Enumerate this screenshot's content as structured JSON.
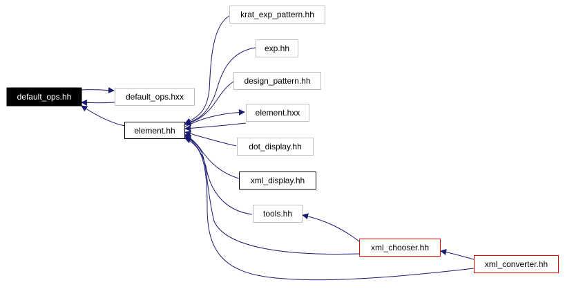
{
  "colors": {
    "edge": "#191970",
    "default_border": "#bfbfbf",
    "highlight_border": "#000000",
    "red_border": "#ff0000",
    "selected_fill": "#000000",
    "selected_text": "#ffffff",
    "text": "#000000",
    "fill": "#ffffff"
  },
  "nodes": {
    "default_ops_hh": "default_ops.hh",
    "default_ops_hxx": "default_ops.hxx",
    "element_hh": "element.hh",
    "krat_exp_pattern_hh": "krat_exp_pattern.hh",
    "exp_hh": "exp.hh",
    "design_pattern_hh": "design_pattern.hh",
    "element_hxx": "element.hxx",
    "dot_display_hh": "dot_display.hh",
    "xml_display_hh": "xml_display.hh",
    "tools_hh": "tools.hh",
    "xml_chooser_hh": "xml_chooser.hh",
    "xml_converter_hh": "xml_converter.hh"
  }
}
